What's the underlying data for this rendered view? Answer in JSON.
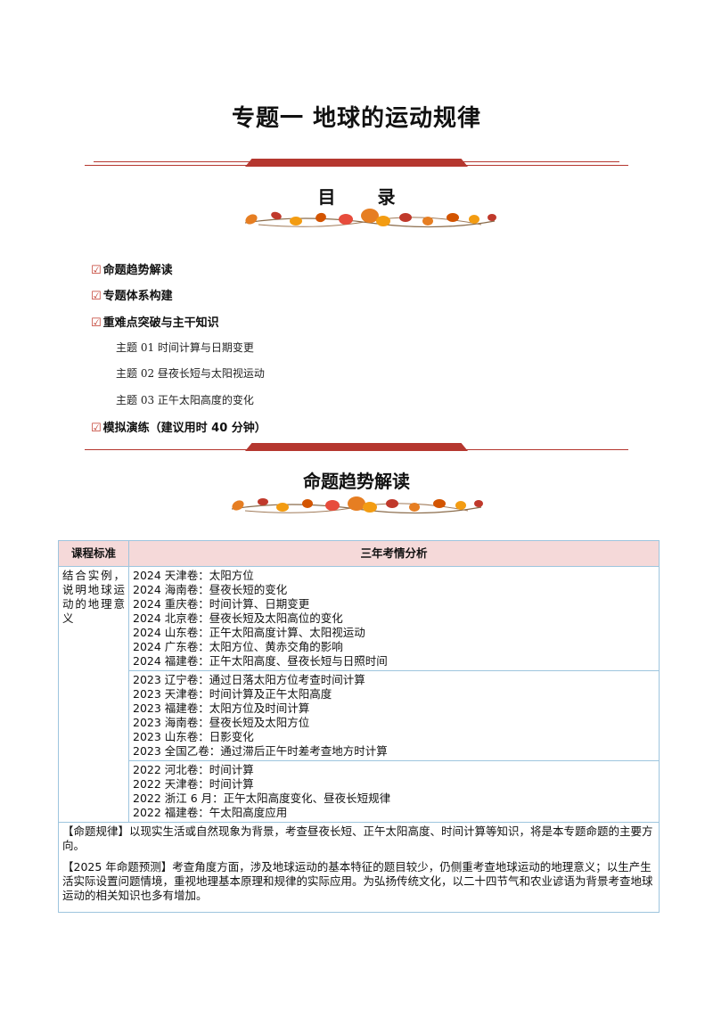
{
  "title": "专题一  地球的运动规律",
  "toc": {
    "heading": "目 录",
    "items": [
      {
        "mark": "☑",
        "label": "命题趋势解读"
      },
      {
        "mark": "☑",
        "label": "专题体系构建"
      },
      {
        "mark": "☑",
        "label": "重难点突破与主干知识"
      }
    ],
    "subitems": [
      "主题 01 时间计算与日期变更",
      "主题 02 昼夜长短与太阳视运动",
      "主题 03 正午太阳高度的变化"
    ],
    "last_item": {
      "mark": "☑",
      "label": "模拟演练（建议用时 40 分钟）"
    }
  },
  "section_heading": "命题趋势解读",
  "table": {
    "headers": [
      "课程标准",
      "三年考情分析"
    ],
    "standard": "结合实例，说明地球运动的地理意义",
    "groups": [
      [
        "2024 天津卷：太阳方位",
        "2024 海南卷：昼夜长短的变化",
        "2024 重庆卷：时间计算、日期变更",
        "2024 北京卷：昼夜长短及太阳高位的变化",
        "2024 山东卷：正午太阳高度计算、太阳视运动",
        "2024 广东卷：太阳方位、黄赤交角的影响",
        "2024  福建卷：正午太阳高度、昼夜长短与日照时间"
      ],
      [
        "2023 辽宁卷：通过日落太阳方位考查时间计算",
        "2023 天津卷：时间计算及正午太阳高度",
        "2023 福建卷：太阳方位及时间计算",
        "2023 海南卷：昼夜长短及太阳方位",
        "2023 山东卷：日影变化",
        "2023 全国乙卷：通过滞后正午时差考查地方时计算"
      ],
      [
        "2022 河北卷：时间计算",
        "2022 天津卷：时间计算",
        "2022 浙江 6 月：正午太阳高度变化、昼夜长短规律",
        "2022 福建卷：午太阳高度应用"
      ]
    ],
    "note1": "【命题规律】以现实生活或自然现象为背景，考查昼夜长短、正午太阳高度、时间计算等知识，将是本专题命题的主要方向。",
    "note2": "【2025 年命题预测】考查角度方面，涉及地球运动的基本特征的题目较少，仍侧重考查地球运动的地理意义；以生产生活实际设置问题情境，重视地理基本原理和规律的实际应用。为弘扬传统文化，以二十四节气和农业谚语为背景考查地球运动的相关知识也多有增加。"
  },
  "colors": {
    "accent": "#b5372f",
    "header_bg": "#f5d9d9",
    "border": "#9ec5de"
  }
}
